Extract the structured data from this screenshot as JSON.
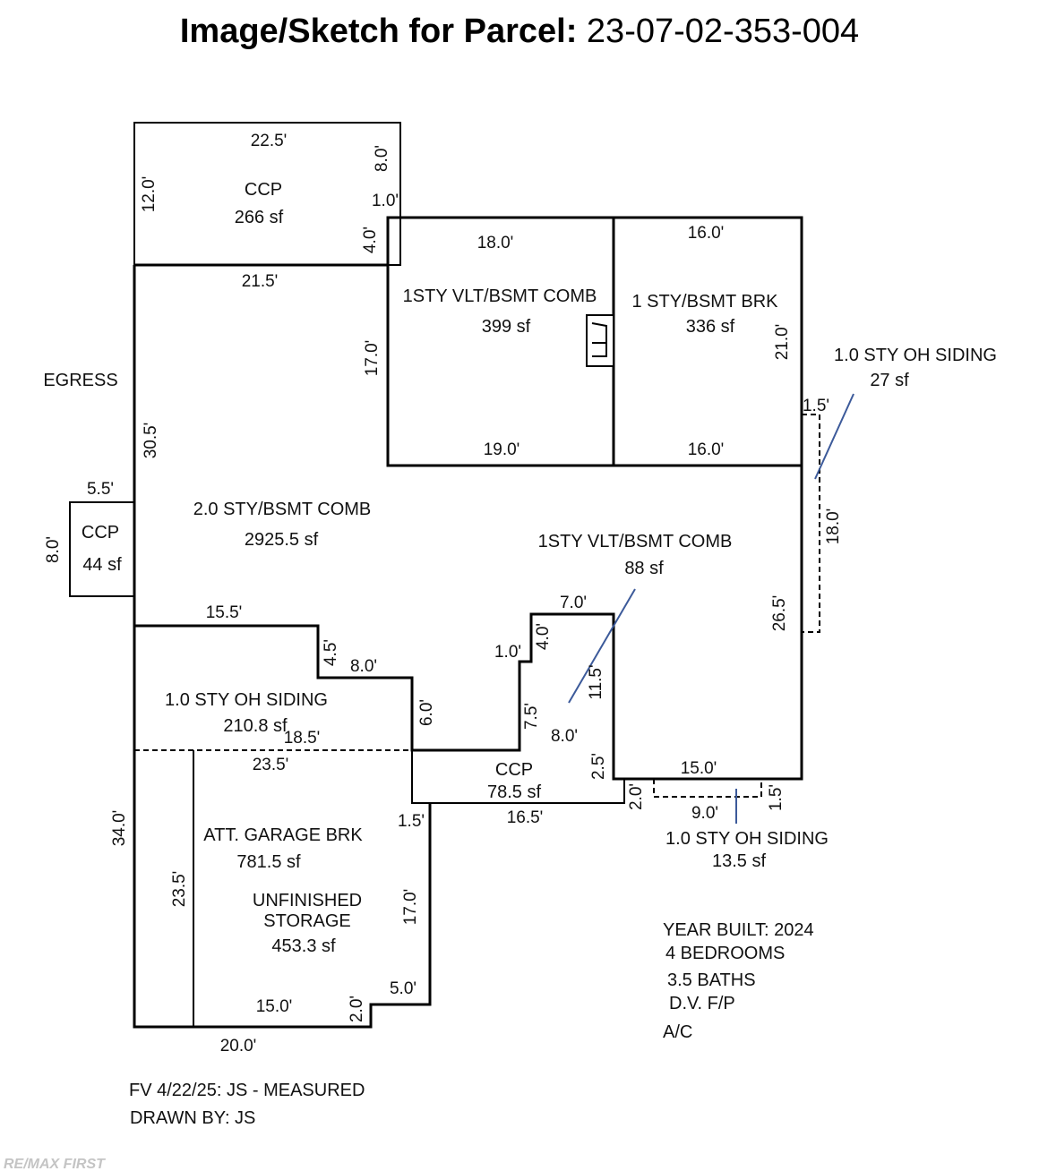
{
  "title": {
    "prefix": "Image/Sketch for Parcel:",
    "parcel": "23-07-02-353-004"
  },
  "areas": {
    "ccp_top": {
      "name": "CCP",
      "area": "266 sf"
    },
    "vlt_bsmt": {
      "name": "1STY VLT/BSMT COMB",
      "area": "399 sf"
    },
    "bsmt_brk": {
      "name": "1 STY/BSMT BRK",
      "area": "336 sf"
    },
    "oh_siding_right": {
      "name": "1.0 STY OH SIDING",
      "area": "27 sf"
    },
    "egress": {
      "name": "EGRESS"
    },
    "main": {
      "name": "2.0 STY/BSMT COMB",
      "area": "2925.5 sf"
    },
    "ccp_left": {
      "name": "CCP",
      "area": "44 sf"
    },
    "vlt_small": {
      "name": "1STY VLT/BSMT COMB",
      "area": "88 sf"
    },
    "oh_siding_left": {
      "name": "1.0 STY OH SIDING",
      "area": "210.8 sf"
    },
    "ccp_bottom": {
      "name": "CCP",
      "area": "78.5 sf"
    },
    "oh_siding_bottom": {
      "name": "1.0 STY OH SIDING",
      "area": "13.5 sf"
    },
    "garage": {
      "name": "ATT. GARAGE BRK",
      "area": "781.5 sf"
    },
    "storage": {
      "name1": "UNFINISHED",
      "name2": "STORAGE",
      "area": "453.3 sf"
    }
  },
  "dims": {
    "d_22_5": "22.5'",
    "d_12_0": "12.0'",
    "d_8_0a": "8.0'",
    "d_1_0a": "1.0'",
    "d_4_0a": "4.0'",
    "d_21_5": "21.5'",
    "d_18_0a": "18.0'",
    "d_16_0a": "16.0'",
    "d_17_0a": "17.0'",
    "d_21_0": "21.0'",
    "d_1_5a": "1.5'",
    "d_19_0": "19.0'",
    "d_16_0b": "16.0'",
    "d_30_5": "30.5'",
    "d_5_5": "5.5'",
    "d_8_0b": "8.0'",
    "d_18_0b": "18.0'",
    "d_26_5": "26.5'",
    "d_15_5": "15.5'",
    "d_4_5": "4.5'",
    "d_8_0c": "8.0'",
    "d_7_0": "7.0'",
    "d_1_0b": "1.0'",
    "d_4_0b": "4.0'",
    "d_11_5": "11.5'",
    "d_6_0": "6.0'",
    "d_7_5": "7.5'",
    "d_8_0d": "8.0'",
    "d_18_5": "18.5'",
    "d_23_5a": "23.5'",
    "d_2_5": "2.5'",
    "d_15_0a": "15.0'",
    "d_2_0a": "2.0'",
    "d_9_0": "9.0'",
    "d_1_5b": "1.5'",
    "d_16_5": "16.5'",
    "d_1_5c": "1.5'",
    "d_34_0": "34.0'",
    "d_23_5b": "23.5'",
    "d_17_0b": "17.0'",
    "d_5_0": "5.0'",
    "d_15_0b": "15.0'",
    "d_2_0b": "2.0'",
    "d_20_0": "20.0'"
  },
  "notes": {
    "year_built": "YEAR BUILT: 2024",
    "bedrooms": "4 BEDROOMS",
    "baths": "3.5 BATHS",
    "fireplace": "D.V. F/P",
    "ac": "A/C",
    "field_visit": "FV 4/22/25: JS - MEASURED",
    "drawn_by": "DRAWN BY: JS"
  },
  "watermark": "RE/MAX FIRST",
  "colors": {
    "line": "#000000",
    "leader": "#3c5a9a"
  }
}
